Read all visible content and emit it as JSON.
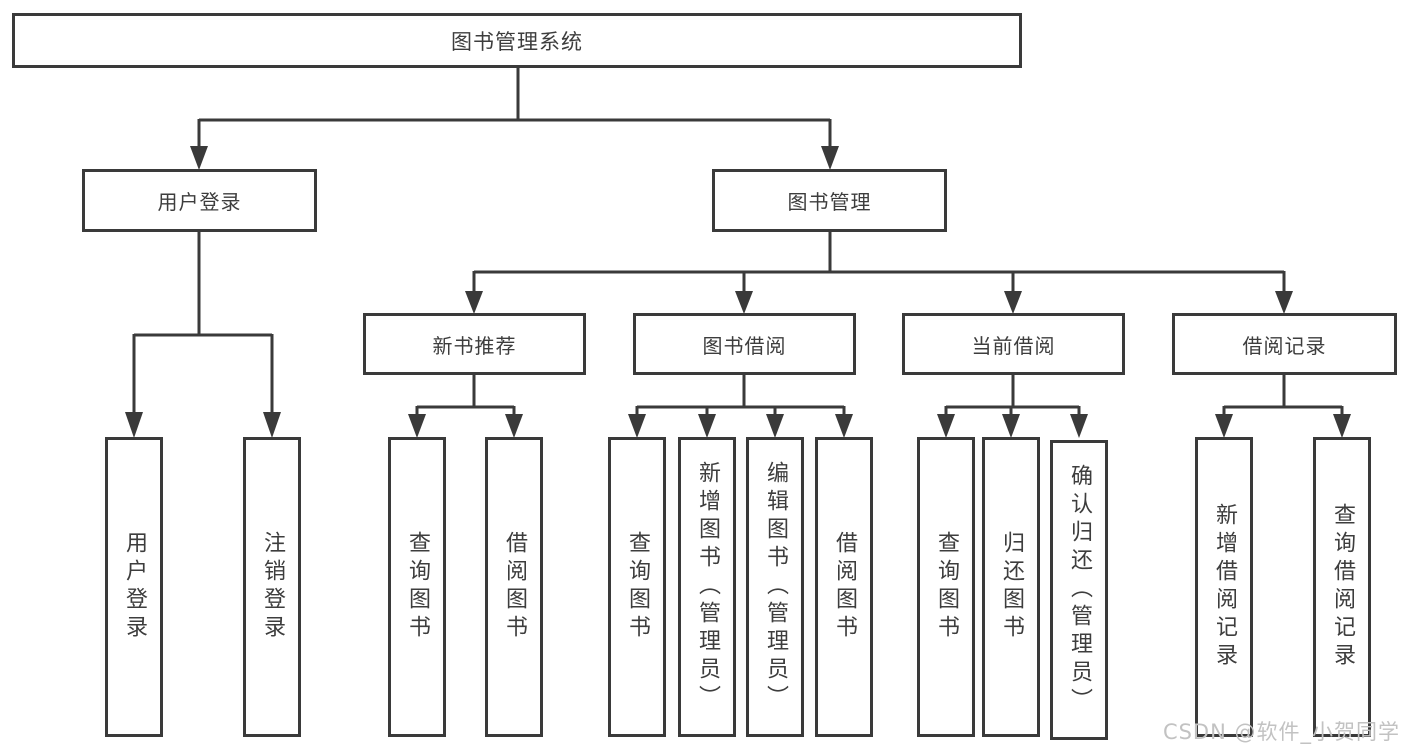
{
  "tree": {
    "root": {
      "label": "图书管理系统"
    },
    "user_login": {
      "label": "用户登录",
      "children": [
        {
          "label": "用户登录"
        },
        {
          "label": "注销登录"
        }
      ]
    },
    "book_management": {
      "label": "图书管理",
      "groups": [
        {
          "label": "新书推荐",
          "children": [
            {
              "label": "查询图书"
            },
            {
              "label": "借阅图书"
            }
          ]
        },
        {
          "label": "图书借阅",
          "children": [
            {
              "label": "查询图书"
            },
            {
              "label": "新增图书（管理员）"
            },
            {
              "label": "编辑图书（管理员）"
            },
            {
              "label": "借阅图书"
            }
          ]
        },
        {
          "label": "当前借阅",
          "children": [
            {
              "label": "查询图书"
            },
            {
              "label": "归还图书"
            },
            {
              "label": "确认归还（管理员）"
            }
          ]
        },
        {
          "label": "借阅记录",
          "children": [
            {
              "label": "新增借阅记录"
            },
            {
              "label": "查询借阅记录"
            }
          ]
        }
      ]
    }
  },
  "watermark": "CSDN @软件_小贺同学",
  "colors": {
    "line": "#3a3a3a",
    "text": "#3d3d3d",
    "watermark": "#c2c2c2",
    "background": "#ffffff"
  }
}
